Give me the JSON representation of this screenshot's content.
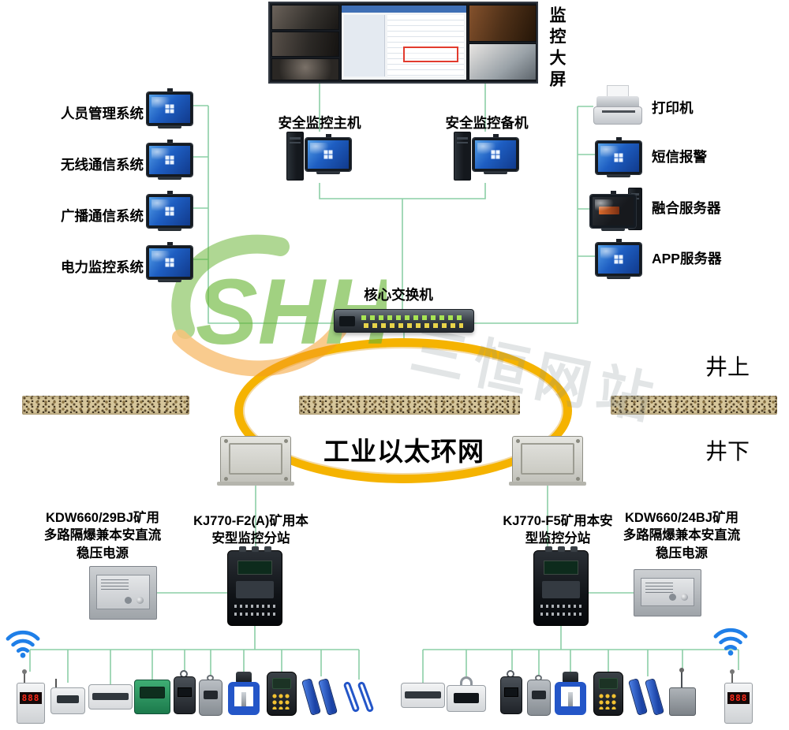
{
  "video_wall": {
    "label": "监控大屏"
  },
  "left_systems": [
    {
      "label": "人员管理系统"
    },
    {
      "label": "无线通信系统"
    },
    {
      "label": "广播通信系统"
    },
    {
      "label": "电力监控系统"
    }
  ],
  "hosts": [
    {
      "label": "安全监控主机"
    },
    {
      "label": "安全监控备机"
    }
  ],
  "right_devices": [
    {
      "label": "打印机",
      "icon": "printer-icon"
    },
    {
      "label": "短信报警",
      "icon": "monitor-icon"
    },
    {
      "label": "融合服务器",
      "icon": "server-icon"
    },
    {
      "label": "APP服务器",
      "icon": "monitor-icon"
    }
  ],
  "core_switch": {
    "label": "核心交换机"
  },
  "ring": {
    "label": "工业以太环网",
    "color": "#f5b301"
  },
  "zones": {
    "surface": "井上",
    "underground": "井下"
  },
  "underground_units": [
    {
      "label": "KDW660/29BJ矿用多路隔爆兼本安直流稳压电源",
      "icon": "power-supply-icon"
    },
    {
      "label": "KJ770-F2(A)矿用本安型监控分站",
      "icon": "substation-icon"
    },
    {
      "label": "KJ770-F5矿用本安型监控分站",
      "icon": "substation-icon"
    },
    {
      "label": "KDW660/24BJ矿用多路隔爆兼本安直流稳压电源",
      "icon": "power-supply-icon"
    }
  ],
  "sensors": {
    "led_display": "888",
    "left": [
      "wireless-telemeter",
      "wireless-sensor",
      "card-reader",
      "gas-analyzer",
      "methane-sensor",
      "dust-sensor",
      "roof-pressure-sensor",
      "handheld-detector",
      "cable-clamps",
      "cable-hooks"
    ],
    "right": [
      "card-reader",
      "hanging-display-sensor",
      "methane-sensor",
      "dust-sensor",
      "roof-pressure-sensor",
      "handheld-detector",
      "cable-clamps",
      "antenna-sensor",
      "wireless-telemeter"
    ]
  },
  "watermark": {
    "logo": "SHH",
    "text": "三恒网站"
  },
  "colors": {
    "wire": "#8ccfa6",
    "ring": "#f5b301",
    "ground": "#d6c69b",
    "wifi": "#1f7fe8"
  }
}
